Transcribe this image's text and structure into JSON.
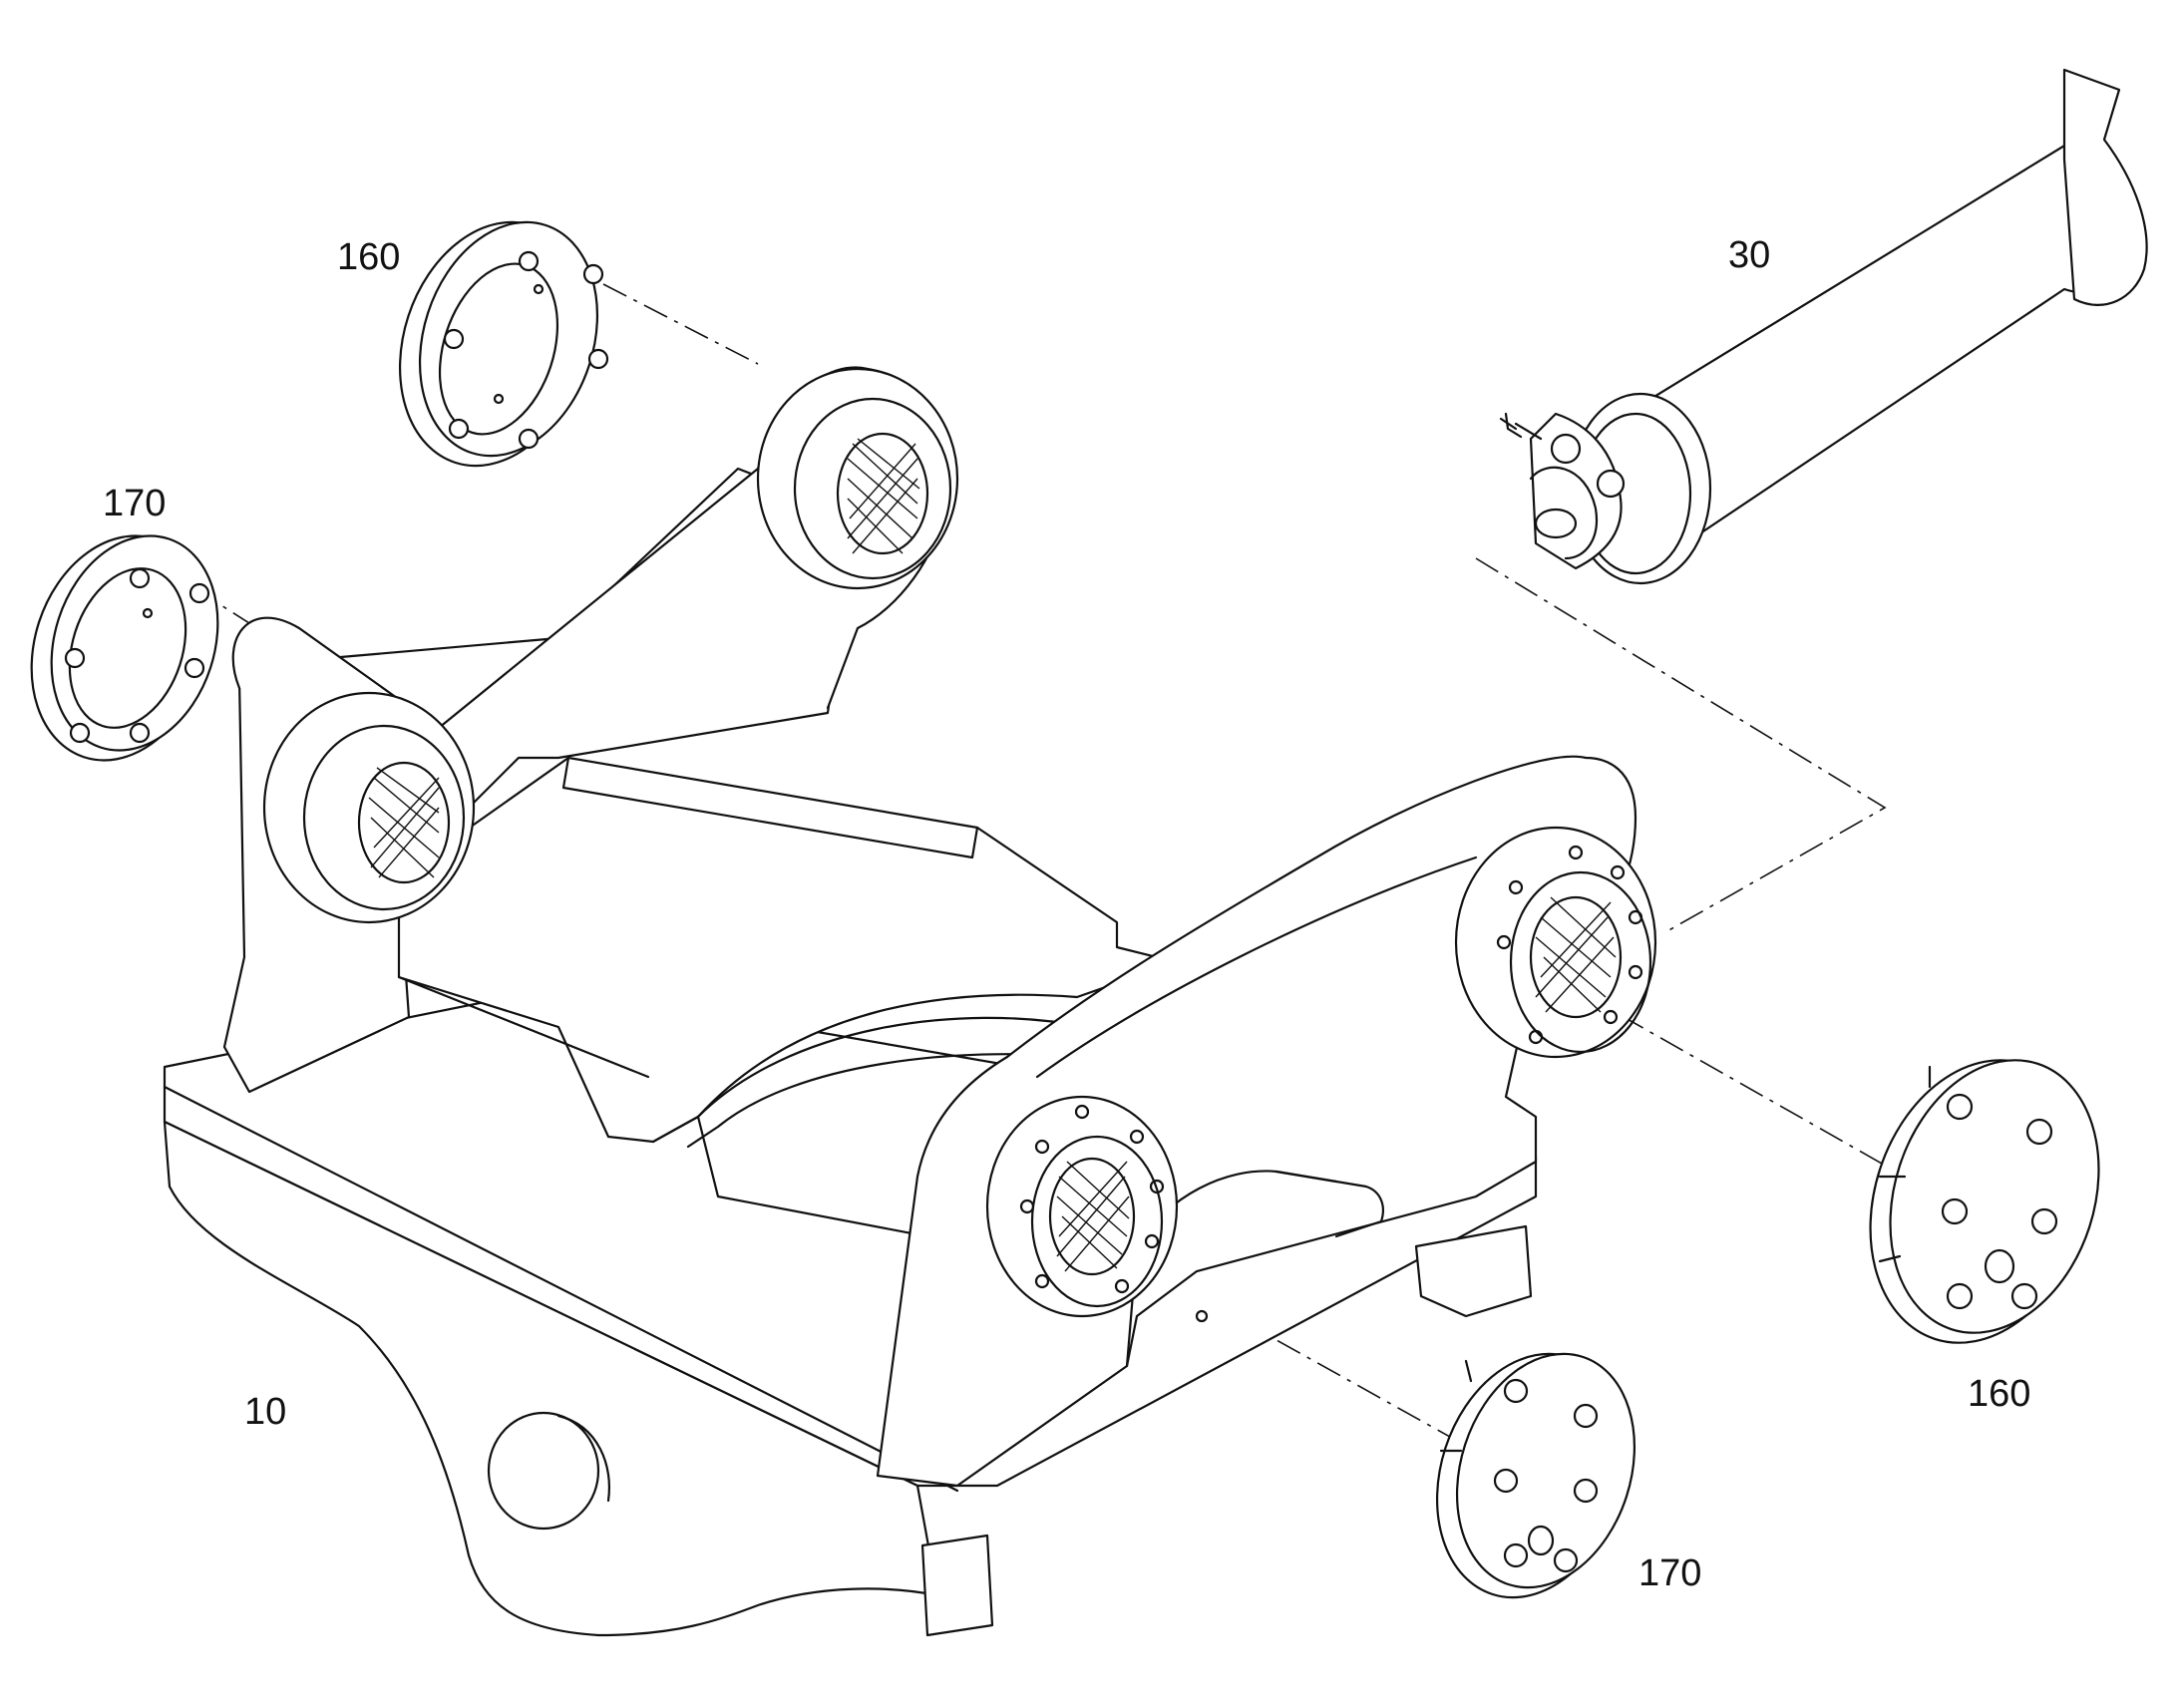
{
  "labels": {
    "frame": "10",
    "pin": "30",
    "cover_160_top": "160",
    "cover_170_top": "170",
    "cover_160_bottom": "160",
    "cover_170_bottom": "170"
  }
}
